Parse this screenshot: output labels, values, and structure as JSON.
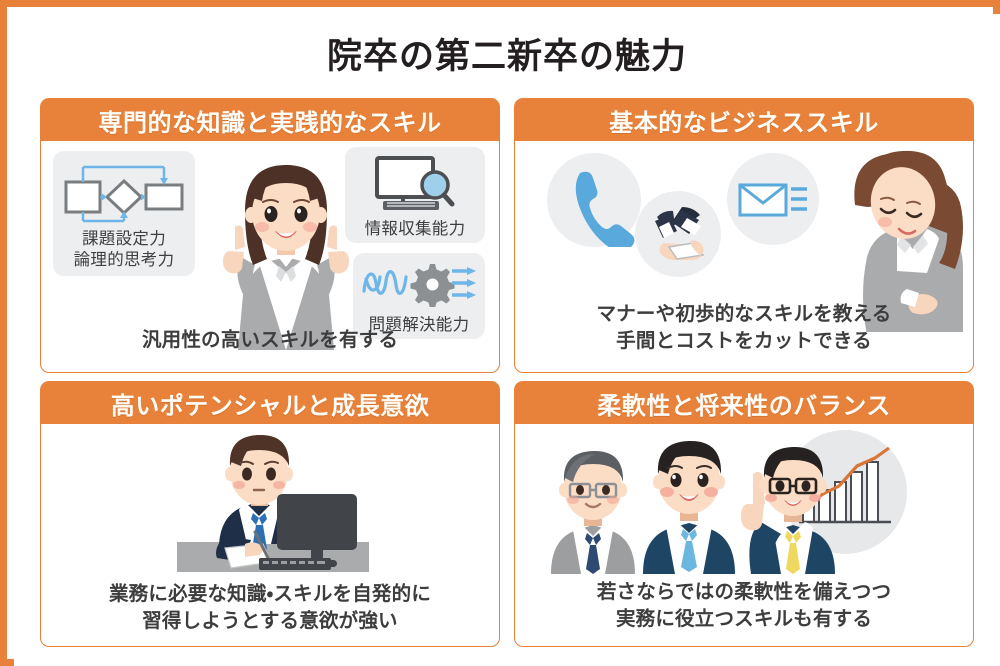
{
  "page": {
    "title": "院卒の第二新卒の魅力",
    "frame_color": "#E8813A",
    "header_bg": "#E8813A",
    "header_text_color": "#FFFDF8",
    "caption_text_color": "#3D3D3D",
    "badge_bg": "#ECEEF0",
    "accent_blue": "#5BA8DC",
    "suit_gray": "#A5A7A9",
    "suit_navy": "#23374F"
  },
  "cards": [
    {
      "id": "card-1",
      "header": "専門的な知識と実践的なスキル",
      "caption": "汎用性の高いスキルを有する",
      "badges": [
        {
          "label": "課題設定力\n論理的思考力",
          "icon": "flowchart-icon"
        },
        {
          "label": "情報収集能力",
          "icon": "monitor-search-icon"
        },
        {
          "label": "問題解決能力",
          "icon": "gear-untangle-icon"
        }
      ],
      "illustration": "woman-pointing-up"
    },
    {
      "id": "card-2",
      "header": "基本的なビジネススキル",
      "caption": "マナーや初歩的なスキルを教える\n手間とコストをカットできる",
      "badges": [
        {
          "label": "",
          "icon": "telephone-icon"
        },
        {
          "label": "",
          "icon": "business-card-exchange-icon"
        },
        {
          "label": "",
          "icon": "envelope-mail-icon"
        }
      ],
      "illustration": "woman-bowing"
    },
    {
      "id": "card-3",
      "header": "高いポテンシャルと成長意欲",
      "caption": "業務に必要な知識・スキルを自発的に\n習得しようとする意欲が強い",
      "badges": [],
      "illustration": "man-at-desk-with-monitor"
    },
    {
      "id": "card-4",
      "header": "柔軟性と将来性のバランス",
      "caption": "若さならではの柔軟性を備えつつ\n実務に役立つスキルも有する",
      "badges": [
        {
          "label": "",
          "icon": "growth-bar-chart-icon"
        }
      ],
      "illustration": "three-businessmen"
    }
  ]
}
